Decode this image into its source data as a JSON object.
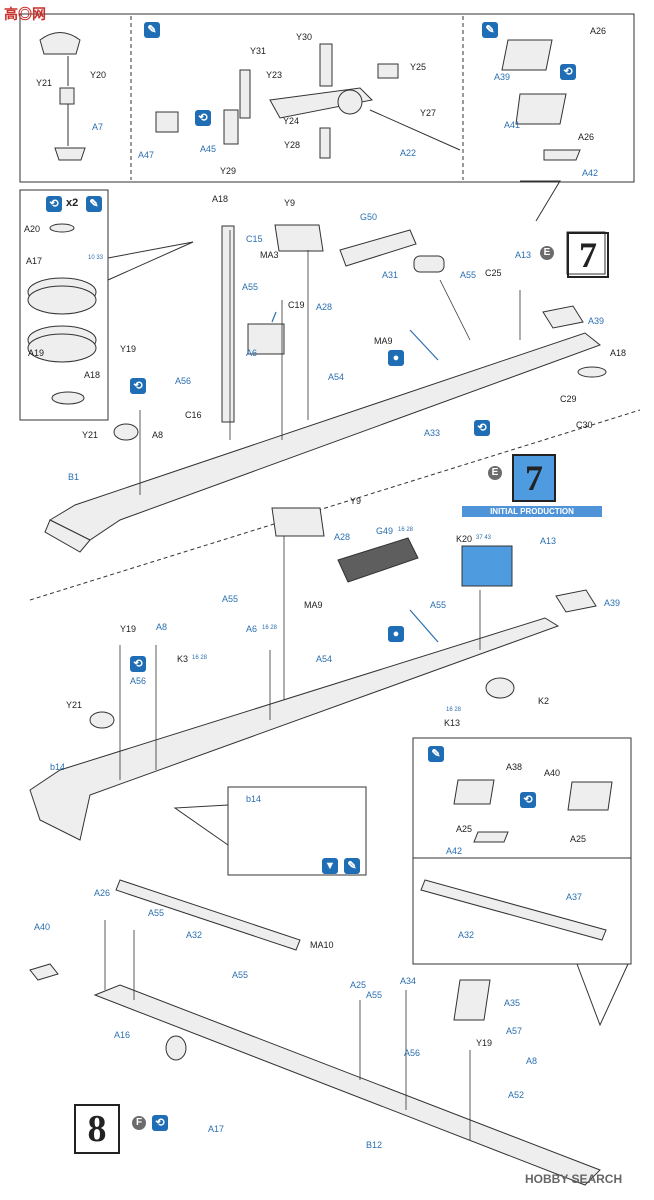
{
  "header_logo": "高◎网",
  "footer_logo": "HOBBY SEARCH",
  "steps": {
    "top_step": "7",
    "top_step_letter": "E",
    "mid_step": "7",
    "mid_step_letter": "E",
    "mid_banner": "INITIAL PRODUCTION",
    "bottom_step": "8",
    "bottom_step_letter": "F"
  },
  "multiplier": "x2",
  "refs": {
    "r1": "10 33",
    "r2": "16 28",
    "r3": "37 43",
    "r4": "16 28",
    "r5": "16 28",
    "r6": "16 28"
  },
  "labels_top": {
    "y21": "Y21",
    "y20": "Y20",
    "a7": "A7",
    "y31": "Y31",
    "y30": "Y30",
    "y23": "Y23",
    "y25": "Y25",
    "y24": "Y24",
    "y27": "Y27",
    "a47": "A47",
    "a45": "A45",
    "y29": "Y29",
    "y28": "Y28",
    "a22": "A22",
    "a26a": "A26",
    "a39a": "A39",
    "a41": "A41",
    "a26b": "A26",
    "a42a": "A42"
  },
  "labels_step7": {
    "a20": "A20",
    "a17": "A17",
    "a19": "A19",
    "a18a": "A18",
    "a18b": "A18",
    "y9": "Y9",
    "c15": "C15",
    "ma3": "MA3",
    "g50": "G50",
    "a13": "A13",
    "a31": "A31",
    "a55a": "A55",
    "c25": "C25",
    "a55b": "A55",
    "a28": "A28",
    "c19": "C19",
    "a39": "A39",
    "ma9": "MA9",
    "a6": "A6",
    "y19": "Y19",
    "a56": "A56",
    "a54": "A54",
    "a18c": "A18",
    "c16": "C16",
    "c29": "C29",
    "a8": "A8",
    "y21": "Y21",
    "a33": "A33",
    "c30": "C30",
    "b1": "B1"
  },
  "labels_step7b": {
    "y9": "Y9",
    "a28": "A28",
    "g49": "G49",
    "k20": "K20",
    "a13": "A13",
    "a55a": "A55",
    "a39": "A39",
    "ma9": "MA9",
    "a55b": "A55",
    "y19": "Y19",
    "a8": "A8",
    "a6": "A6",
    "k3": "K3",
    "a54": "A54",
    "k2": "K2",
    "a56": "A56",
    "y21": "Y21",
    "k13": "K13",
    "b14": "b14",
    "b14b": "b14",
    "a38": "A38",
    "a40": "A40",
    "a25a": "A25",
    "a25b": "A25",
    "a42": "A42"
  },
  "labels_step8": {
    "a37": "A37",
    "a32a": "A32",
    "a26": "A26",
    "a55a": "A55",
    "a40": "A40",
    "a32b": "A32",
    "ma10": "MA10",
    "a55b": "A55",
    "a34": "A34",
    "a25": "A25",
    "a55c": "A55",
    "a35": "A35",
    "a16": "A16",
    "a57": "A57",
    "y19": "Y19",
    "a56": "A56",
    "a8": "A8",
    "a52": "A52",
    "a17": "A17",
    "b12": "B12"
  }
}
